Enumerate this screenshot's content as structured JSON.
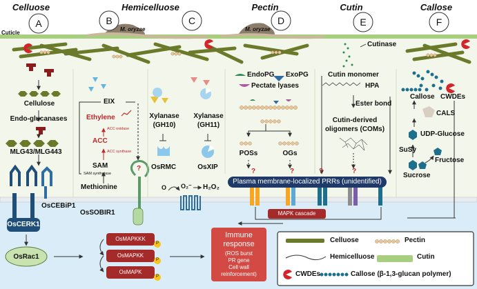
{
  "headers": {
    "cellulose": "Celluose",
    "hemicellulose": "Hemicelluose",
    "pectin": "Pectin",
    "cutin": "Cutin",
    "callose": "Callose"
  },
  "panels": [
    "A",
    "B",
    "C",
    "D",
    "E",
    "F"
  ],
  "top": {
    "cuticle": "Cuticle",
    "oryzae_1": "M. oryzae",
    "oryzae_2": "M. oryzae"
  },
  "cellulose_col": {
    "cellulose": "Cellulose",
    "endo": "Endo-glucanases",
    "mlg": "MLG43/MLG443"
  },
  "hemi_col": {
    "eix": "EIX",
    "ethylene": "Ethylene",
    "acc_oxidase": "ACC oxidase",
    "acc": "ACC",
    "acc_synthase": "ACC synthase",
    "sam": "SAM",
    "sam_synthetase": "SAM synthetase",
    "methionine": "Methionine",
    "question": "?"
  },
  "xylanase_col": {
    "gh10_a": "Xylanase",
    "gh10_b": "(GH10)",
    "gh11_a": "Xylanase",
    "gh11_b": "(GH11)",
    "osrmc": "OsRMC",
    "osxip": "OsXIP",
    "o": "O",
    "o2": "O₂⁻",
    "h2o2": "H₂O₂"
  },
  "pectin_col": {
    "endopg": "EndoPG",
    "exopg": "ExoPG",
    "pectate": "Pectate lyases",
    "poss": "POSs",
    "ogs": "OGs",
    "q1": "?",
    "q2": "?"
  },
  "cutin_col": {
    "cutinase": "Cutinase",
    "monomer": "Cutin monomer",
    "hpa": "HPA",
    "ester": "Ester bond",
    "coms_1": "Cutin-derived",
    "coms_2": "oligomers (COMs)",
    "q1": "?",
    "q2": "?"
  },
  "callose_col": {
    "callose": "Callose",
    "cwdes": "CWDEs",
    "cals": "CALS",
    "udp": "UDP-Glucose",
    "susy": "SuSy",
    "fructose": "Fructose",
    "sucrose": "Sucrose"
  },
  "membrane": {
    "prrs": "Plasma membrane-localized PRRs (unidentified)",
    "oscerk1": "OsCERK1",
    "oscebip1": "OsCEBiP1",
    "ossobir1": "OsSOBIR1",
    "osrac1": "OsRac1"
  },
  "cascade": {
    "label": "MAPK cascade",
    "mapkkk": "OsMAPKKK",
    "mapkk": "OsMAPKK",
    "mapk": "OsMAPK",
    "p": "P"
  },
  "immune": {
    "title_1": "Immune",
    "title_2": "response",
    "detail_1": "(ROS burst",
    "detail_2": "PR gene",
    "detail_3": "Cell wall",
    "detail_4": "reinforcement)"
  },
  "legend": {
    "cellulose": "Celluose",
    "pectin": "Pectin",
    "hemicellulose": "Hemicelluose",
    "cutin": "Cutin",
    "cwdes": "CWDEs",
    "callose": "Callose (β-1,3-glucan polymer)"
  },
  "colors": {
    "fiber": "#6b7a2a",
    "cutin_layer": "#a8cf7f",
    "cytoplasm": "#d9ecf7",
    "pectin": "#e9c79a",
    "callose": "#1d6f8c",
    "cwde": "#d6232a",
    "prr_bar": "#1f3a68",
    "immune_box": "#d24a43",
    "mapk_box": "#a52a2a"
  }
}
